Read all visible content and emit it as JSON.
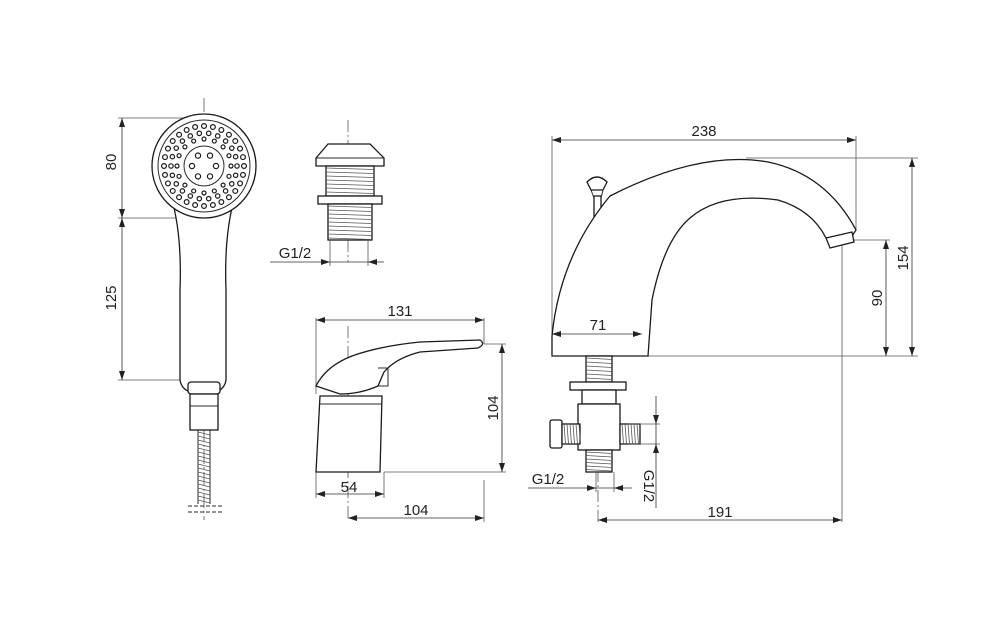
{
  "drawing": {
    "dimensions": {
      "handshower_head": "80",
      "handshower_handle": "125",
      "drain_thread": "G1/2",
      "mixer_width": "131",
      "mixer_height": "104",
      "mixer_base": "54",
      "mixer_depth": "104",
      "spout_length": "238",
      "spout_height": "154",
      "spout_outlet_height": "90",
      "spout_base": "71",
      "inlet_thread": "G1/2",
      "outlet_thread": "G1/2",
      "spout_reach": "191"
    }
  }
}
